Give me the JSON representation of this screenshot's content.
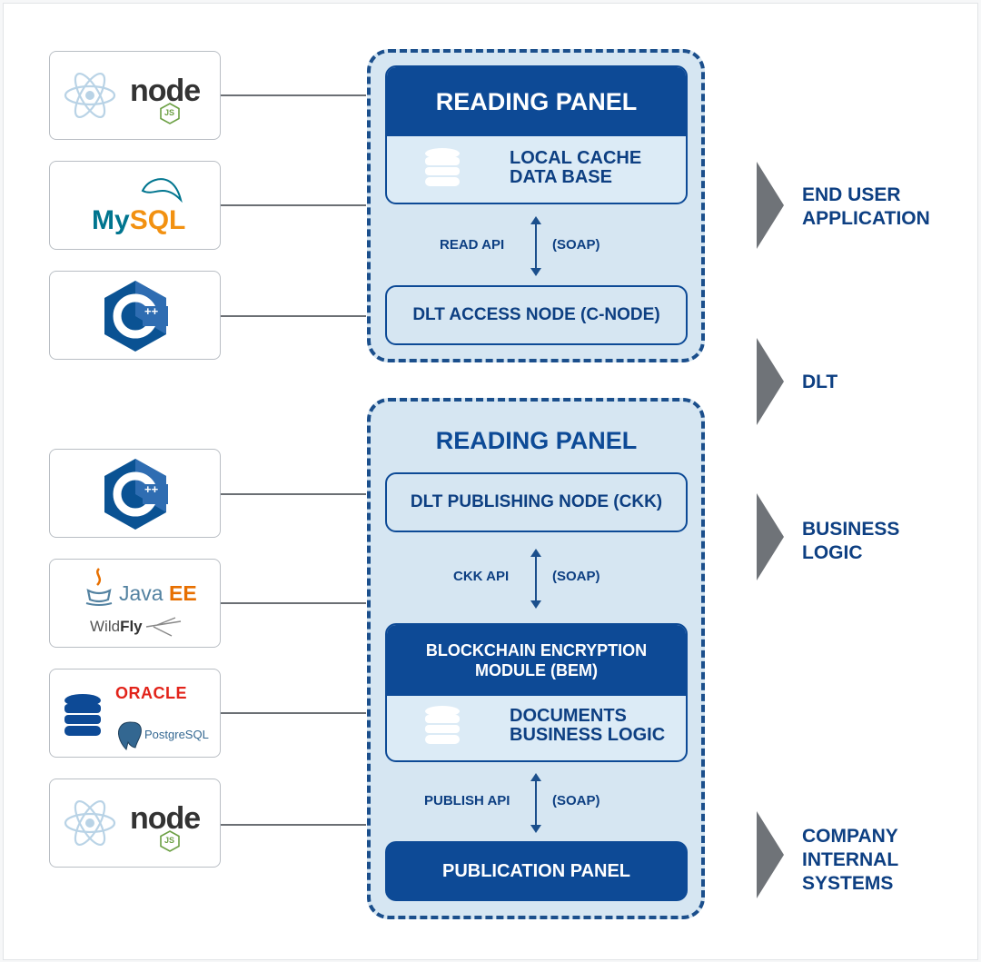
{
  "upper_group": {
    "reading_panel": "READING PANEL",
    "cache": {
      "line1": "LOCAL CACHE",
      "line2": "DATA BASE"
    },
    "api": {
      "name": "READ API",
      "protocol": "(SOAP)"
    },
    "access_node": "DLT ACCESS NODE (C-NODE)"
  },
  "lower_group": {
    "reading_panel": "READING PANEL",
    "publishing_node": "DLT PUBLISHING NODE (CKK)",
    "ckk_api": {
      "name": "CKK API",
      "protocol": "(SOAP)"
    },
    "bem": {
      "line1": "BLOCKCHAIN ENCRYPTION",
      "line2": "MODULE (BEM)"
    },
    "documents": {
      "line1": "DOCUMENTS",
      "line2": "BUSINESS LOGIC"
    },
    "publish_api": {
      "name": "PUBLISH API",
      "protocol": "(SOAP)"
    },
    "publication_panel": "PUBLICATION PANEL"
  },
  "logos": {
    "node": "node",
    "node_sub": "JS",
    "mysql_a": "My",
    "mysql_b": "SQL",
    "cpp": "++",
    "java": "Java",
    "java_ee": "EE",
    "wildfly_a": "Wild",
    "wildfly_b": "Fly",
    "oracle": "ORACLE",
    "postgres": "PostgreSQL"
  },
  "layers": [
    {
      "line1": "END USER",
      "line2": "APPLICATION"
    },
    {
      "line1": "DLT"
    },
    {
      "line1": "BUSINESS",
      "line2": "LOGIC"
    },
    {
      "line1": "COMPANY",
      "line2": "INTERNAL",
      "line3": "SYSTEMS"
    }
  ],
  "colors": {
    "primary": "#0d4a96",
    "group_bg": "#d6e6f2",
    "chevron": "#6f7378"
  }
}
